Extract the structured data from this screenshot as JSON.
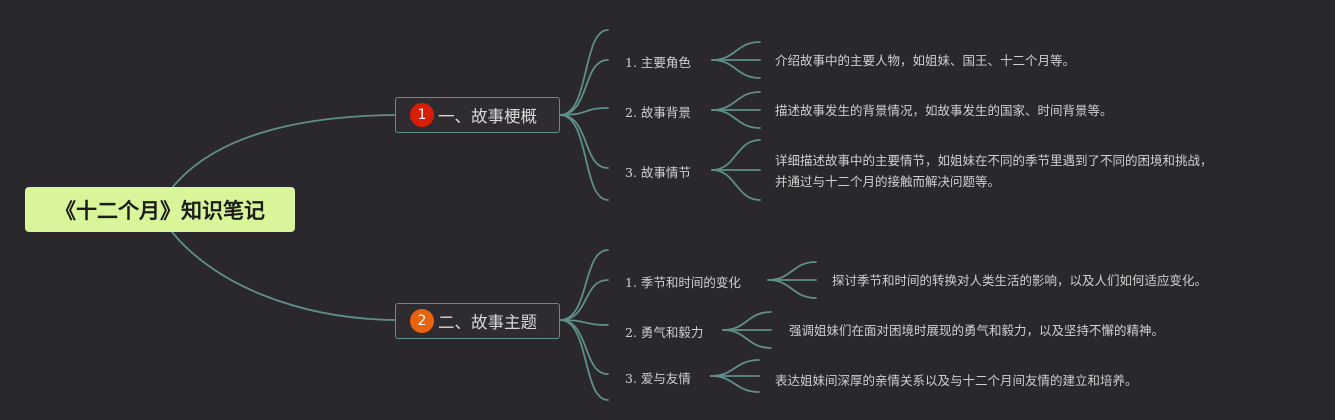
{
  "title": "《十二个月》知识笔记",
  "colors": {
    "background": "#2b282d",
    "root_fill": "#d8f59a",
    "connector": "#5f8f8a",
    "badge_1": "#d81e06",
    "badge_2": "#e9620e"
  },
  "topics": [
    {
      "badge": "1",
      "label": "一、故事梗概",
      "children": [
        {
          "label": "1. 主要角色",
          "desc": [
            "介绍故事中的主要人物，如姐妹、国王、十二个月等。"
          ]
        },
        {
          "label": "2. 故事背景",
          "desc": [
            "描述故事发生的背景情况，如故事发生的国家、时间背景等。"
          ]
        },
        {
          "label": "3. 故事情节",
          "desc": [
            "详细描述故事中的主要情节，如姐妹在不同的季节里遇到了不同的困境和挑战，",
            "并通过与十二个月的接触而解决问题等。"
          ]
        }
      ]
    },
    {
      "badge": "2",
      "label": "二、故事主题",
      "children": [
        {
          "label": "1. 季节和时间的变化",
          "desc": [
            "探讨季节和时间的转换对人类生活的影响，以及人们如何适应变化。"
          ]
        },
        {
          "label": "2. 勇气和毅力",
          "desc": [
            "强调姐妹们在面对困境时展现的勇气和毅力，以及坚持不懈的精神。"
          ]
        },
        {
          "label": "3. 爱与友情",
          "desc": [
            "表达姐妹间深厚的亲情关系以及与十二个月间友情的建立和培养。"
          ]
        }
      ]
    }
  ]
}
